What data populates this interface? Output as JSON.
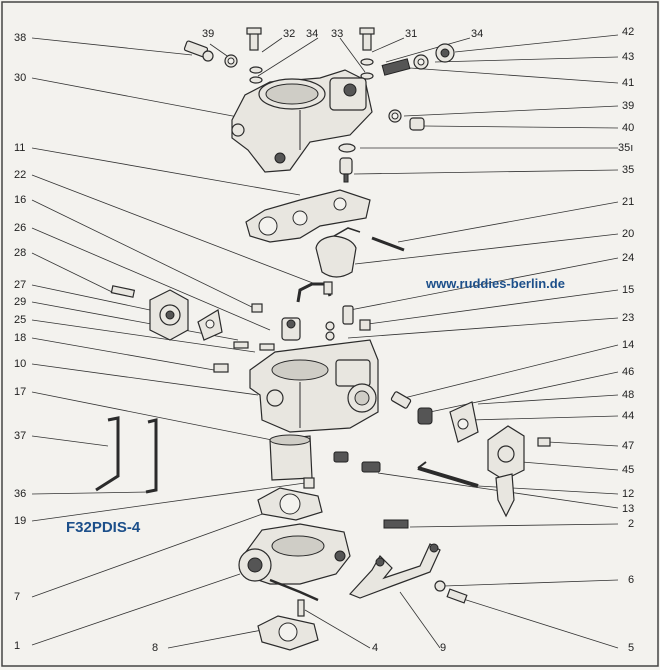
{
  "watermark": "www.ruddies-berlin.de",
  "model": "F32PDIS-4",
  "labels_left": {
    "l38": "38",
    "l30": "30",
    "l11": "11",
    "l22": "22",
    "l16": "16",
    "l26": "26",
    "l28": "28",
    "l27": "27",
    "l29": "29",
    "l25": "25",
    "l18": "18",
    "l10": "10",
    "l17": "17",
    "l37": "37",
    "l36": "36",
    "l19": "19",
    "l7": "7",
    "l1": "1",
    "l8": "8"
  },
  "labels_top": {
    "t39": "39",
    "t32": "32",
    "t34a": "34",
    "t33": "33",
    "t31": "31",
    "t34b": "34"
  },
  "labels_right": {
    "r42": "42",
    "r43": "43",
    "r41": "41",
    "r39": "39",
    "r40": "40",
    "r35i": "35ı",
    "r35": "35",
    "r21": "21",
    "r20": "20",
    "r24": "24",
    "r15": "15",
    "r23": "23",
    "r14": "14",
    "r46": "46",
    "r48": "48",
    "r44": "44",
    "r47": "47",
    "r45": "45",
    "r12": "12",
    "r13": "13",
    "r2": "2",
    "r6": "6",
    "r5": "5",
    "r4": "4",
    "r9": "9"
  }
}
